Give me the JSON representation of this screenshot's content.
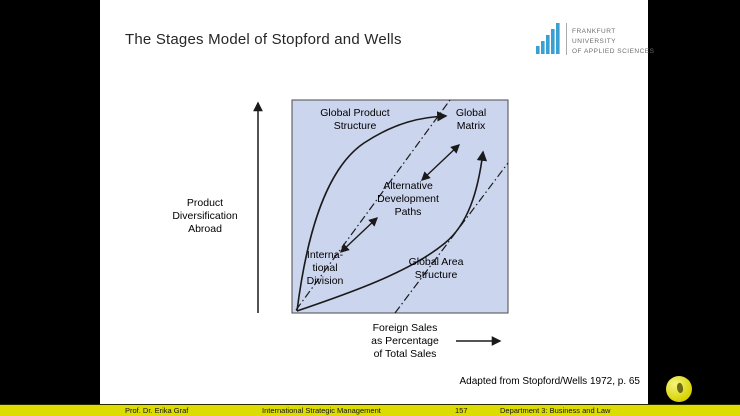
{
  "slide": {
    "title": "The Stages Model of Stopford and Wells",
    "source_note": "Adapted from Stopford/Wells 1972, p. 65"
  },
  "logo": {
    "line1": "FRANKFURT",
    "line2": "UNIVERSITY",
    "line3": "OF APPLIED SCIENCES",
    "bar_color": "#3aa0d2"
  },
  "diagram": {
    "y_axis_label": "Product\nDiversification\nAbroad",
    "x_axis_label": "Foreign Sales\nas Percentage\nof Total Sales",
    "box_fill": "#ccd5ee",
    "labels": {
      "global_product_structure": "Global Product\nStructure",
      "global_matrix": "Global\nMatrix",
      "alternative_development_paths": "Alternative\nDevelopment\nPaths",
      "international_division": "Interna-\ntional\nDivision",
      "global_area_structure": "Global Area\nStructure"
    }
  },
  "footer": {
    "author": "Prof. Dr. Erika Graf",
    "course": "International Strategic Management",
    "page_number": "157",
    "department": "Department 3:  Business and Law",
    "bar_color": "#dcdc00"
  }
}
